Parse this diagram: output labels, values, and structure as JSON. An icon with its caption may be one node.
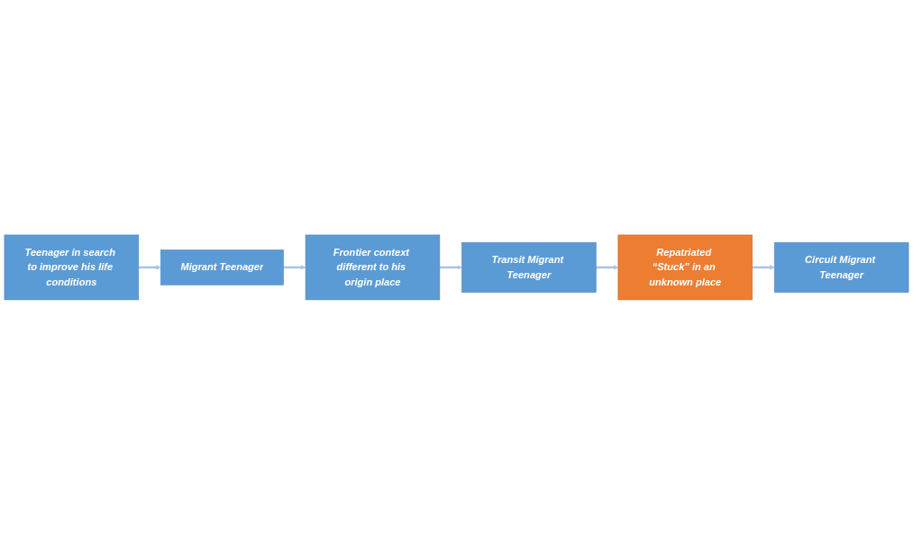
{
  "diagram": {
    "nodes": [
      {
        "text": [
          "Teenager in search to improve his life conditions"
        ]
      },
      {
        "text": [
          "Migrant Teenager"
        ]
      },
      {
        "text": [
          "Frontier context different to his origin place"
        ]
      },
      {
        "text": [
          "Transit Migrant Teenager"
        ]
      },
      {
        "text": [
          "Repatriated “Stuck” in an unknown place"
        ]
      },
      {
        "text": [
          "Circuit Migrant Teenager"
        ]
      }
    ],
    "edges": [
      {
        "from": 0,
        "to": 1,
        "arrow": "to"
      },
      {
        "from": 1,
        "to": 2,
        "arrow": "to"
      },
      {
        "from": 2,
        "to": 3,
        "arrow": "to"
      },
      {
        "from": 3,
        "to": 4,
        "arrow": "to"
      },
      {
        "from": 4,
        "to": 5,
        "arrow": "to"
      }
    ]
  }
}
